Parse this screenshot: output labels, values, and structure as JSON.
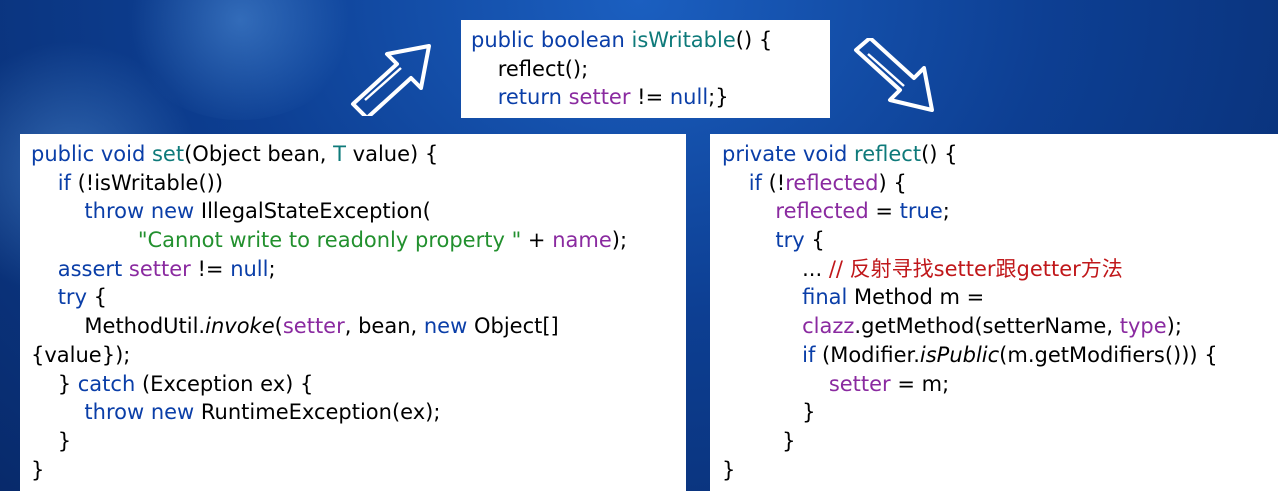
{
  "top_code": {
    "lines": [
      [
        {
          "t": "public boolean ",
          "c": "kw"
        },
        {
          "t": "isWritable",
          "c": "ty"
        },
        {
          "t": "() {",
          "c": ""
        }
      ],
      [
        {
          "t": "    reflect();",
          "c": ""
        }
      ],
      [
        {
          "t": "    ",
          "c": ""
        },
        {
          "t": "return ",
          "c": "kw"
        },
        {
          "t": "setter",
          "c": "fd"
        },
        {
          "t": " != ",
          "c": ""
        },
        {
          "t": "null",
          "c": "kw"
        },
        {
          "t": ";}",
          "c": ""
        }
      ]
    ]
  },
  "left_code": {
    "lines": [
      [
        {
          "t": "public void ",
          "c": "kw"
        },
        {
          "t": "set",
          "c": "ty"
        },
        {
          "t": "(Object bean, ",
          "c": ""
        },
        {
          "t": "T",
          "c": "ty"
        },
        {
          "t": " value) {",
          "c": ""
        }
      ],
      [
        {
          "t": "    ",
          "c": ""
        },
        {
          "t": "if",
          "c": "kw"
        },
        {
          "t": " (!isWritable())",
          "c": ""
        }
      ],
      [
        {
          "t": "        ",
          "c": ""
        },
        {
          "t": "throw new ",
          "c": "kw"
        },
        {
          "t": "IllegalStateException(",
          "c": ""
        }
      ],
      [
        {
          "t": "                ",
          "c": ""
        },
        {
          "t": "\"Cannot write to readonly property \"",
          "c": "st"
        },
        {
          "t": " + ",
          "c": ""
        },
        {
          "t": "name",
          "c": "fd"
        },
        {
          "t": ");",
          "c": ""
        }
      ],
      [
        {
          "t": "    ",
          "c": ""
        },
        {
          "t": "assert ",
          "c": "kw"
        },
        {
          "t": "setter",
          "c": "fd"
        },
        {
          "t": " != ",
          "c": ""
        },
        {
          "t": "null",
          "c": "kw"
        },
        {
          "t": ";",
          "c": ""
        }
      ],
      [
        {
          "t": "    ",
          "c": ""
        },
        {
          "t": "try",
          "c": "kw"
        },
        {
          "t": " {",
          "c": ""
        }
      ],
      [
        {
          "t": "        MethodUtil.",
          "c": ""
        },
        {
          "t": "invoke",
          "c": "it"
        },
        {
          "t": "(",
          "c": ""
        },
        {
          "t": "setter",
          "c": "fd"
        },
        {
          "t": ", bean, ",
          "c": ""
        },
        {
          "t": "new ",
          "c": "kw"
        },
        {
          "t": "Object[]",
          "c": ""
        }
      ],
      [
        {
          "t": "{value});",
          "c": ""
        }
      ],
      [
        {
          "t": "    } ",
          "c": ""
        },
        {
          "t": "catch",
          "c": "kw"
        },
        {
          "t": " (Exception ex) {",
          "c": ""
        }
      ],
      [
        {
          "t": "        ",
          "c": ""
        },
        {
          "t": "throw new ",
          "c": "kw"
        },
        {
          "t": "RuntimeException(ex);",
          "c": ""
        }
      ],
      [
        {
          "t": "    }",
          "c": ""
        }
      ],
      [
        {
          "t": "}",
          "c": ""
        }
      ]
    ]
  },
  "right_code": {
    "lines": [
      [
        {
          "t": "private void ",
          "c": "kw"
        },
        {
          "t": "reflect",
          "c": "ty"
        },
        {
          "t": "() {",
          "c": ""
        }
      ],
      [
        {
          "t": "    ",
          "c": ""
        },
        {
          "t": "if",
          "c": "kw"
        },
        {
          "t": " (!",
          "c": ""
        },
        {
          "t": "reflected",
          "c": "fd"
        },
        {
          "t": ") {",
          "c": ""
        }
      ],
      [
        {
          "t": "        ",
          "c": ""
        },
        {
          "t": "reflected",
          "c": "fd"
        },
        {
          "t": " = ",
          "c": ""
        },
        {
          "t": "true",
          "c": "kw"
        },
        {
          "t": ";",
          "c": ""
        }
      ],
      [
        {
          "t": "        ",
          "c": ""
        },
        {
          "t": "try",
          "c": "kw"
        },
        {
          "t": " {",
          "c": ""
        }
      ],
      [
        {
          "t": "            ... ",
          "c": ""
        },
        {
          "t": "// 反射寻找setter跟getter方法",
          "c": "cm"
        }
      ],
      [
        {
          "t": "            ",
          "c": ""
        },
        {
          "t": "final ",
          "c": "kw"
        },
        {
          "t": "Method m =",
          "c": ""
        }
      ],
      [
        {
          "t": "            ",
          "c": ""
        },
        {
          "t": "clazz",
          "c": "fd"
        },
        {
          "t": ".getMethod(setterName, ",
          "c": ""
        },
        {
          "t": "type",
          "c": "fd"
        },
        {
          "t": ");",
          "c": ""
        }
      ],
      [
        {
          "t": "            ",
          "c": ""
        },
        {
          "t": "if",
          "c": "kw"
        },
        {
          "t": " (Modifier.",
          "c": ""
        },
        {
          "t": "isPublic",
          "c": "it"
        },
        {
          "t": "(m.getModifiers())) {",
          "c": ""
        }
      ],
      [
        {
          "t": "                ",
          "c": ""
        },
        {
          "t": "setter",
          "c": "fd"
        },
        {
          "t": " = m;",
          "c": ""
        }
      ],
      [
        {
          "t": "            }",
          "c": ""
        }
      ],
      [
        {
          "t": "         }",
          "c": ""
        }
      ],
      [
        {
          "t": "}",
          "c": ""
        }
      ]
    ]
  },
  "colors": {
    "keyword": "#0a3ea8",
    "type": "#0e7a7a",
    "field": "#8a2aa0",
    "string": "#22902e",
    "comment": "#c0171a"
  },
  "icons": [
    "arrow-up-right-icon",
    "arrow-down-right-icon"
  ]
}
